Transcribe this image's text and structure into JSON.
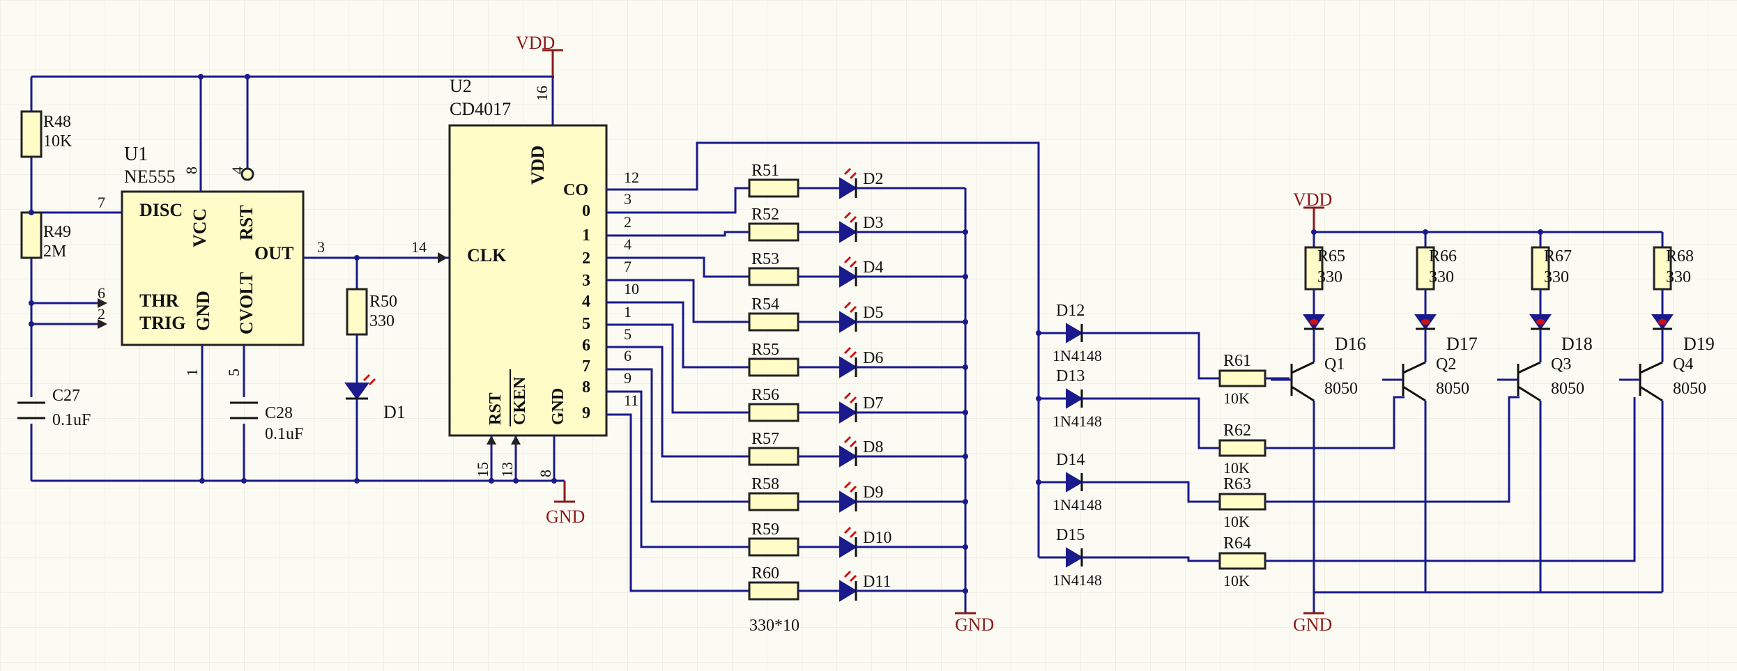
{
  "power": {
    "vdd": "VDD",
    "gnd": "GND"
  },
  "u1": {
    "ref": "U1",
    "part": "NE555",
    "pins": {
      "disc": "DISC",
      "vcc": "VCC",
      "rst": "RST",
      "out": "OUT",
      "thr": "THR",
      "trig": "TRIG",
      "gnd": "GND",
      "cvolt": "CVOLT"
    },
    "nums": {
      "p8": "8",
      "p4": "4",
      "p7": "7",
      "p3": "3",
      "p6": "6",
      "p2": "2",
      "p1": "1",
      "p5": "5"
    }
  },
  "u2": {
    "ref": "U2",
    "part": "CD4017",
    "pins": {
      "vdd": "VDD",
      "co": "CO",
      "q0": "0",
      "q1": "1",
      "q2": "2",
      "q3": "3",
      "q4": "4",
      "q5": "5",
      "q6": "6",
      "q7": "7",
      "q8": "8",
      "q9": "9",
      "clk": "CLK",
      "rst": "RST",
      "cken": "CKEN",
      "gnd": "GND"
    },
    "nums": {
      "p16": "16",
      "p14": "14",
      "p15": "15",
      "p13": "13",
      "p8": "8",
      "p12": "12",
      "p3": "3",
      "p2": "2",
      "p4": "4",
      "p7": "7",
      "p10": "10",
      "p1": "1",
      "p5": "5",
      "p6": "6",
      "p9": "9",
      "p11": "11"
    }
  },
  "passives": {
    "r48": {
      "ref": "R48",
      "val": "10K"
    },
    "r49": {
      "ref": "R49",
      "val": "2M"
    },
    "c27": {
      "ref": "C27",
      "val": "0.1uF"
    },
    "c28": {
      "ref": "C28",
      "val": "0.1uF"
    },
    "r50": {
      "ref": "R50",
      "val": "330"
    },
    "d1": {
      "ref": "D1"
    }
  },
  "ladder": [
    {
      "r": "R51",
      "d": "D2"
    },
    {
      "r": "R52",
      "d": "D3"
    },
    {
      "r": "R53",
      "d": "D4"
    },
    {
      "r": "R54",
      "d": "D5"
    },
    {
      "r": "R55",
      "d": "D6"
    },
    {
      "r": "R56",
      "d": "D7"
    },
    {
      "r": "R57",
      "d": "D8"
    },
    {
      "r": "R58",
      "d": "D9"
    },
    {
      "r": "R59",
      "d": "D10"
    },
    {
      "r": "R60",
      "d": "D11"
    }
  ],
  "ladder_value": "330*10",
  "diodes": [
    {
      "ref": "D12",
      "val": "1N4148"
    },
    {
      "ref": "D13",
      "val": "1N4148"
    },
    {
      "ref": "D14",
      "val": "1N4148"
    },
    {
      "ref": "D15",
      "val": "1N4148"
    }
  ],
  "base_res": [
    {
      "ref": "R61",
      "val": "10K"
    },
    {
      "ref": "R62",
      "val": "10K"
    },
    {
      "ref": "R63",
      "val": "10K"
    },
    {
      "ref": "R64",
      "val": "10K"
    }
  ],
  "drivers": [
    {
      "r": "R65",
      "rv": "330",
      "d": "D16",
      "q": "Q1",
      "qv": "8050"
    },
    {
      "r": "R66",
      "rv": "330",
      "d": "D17",
      "q": "Q2",
      "qv": "8050"
    },
    {
      "r": "R67",
      "rv": "330",
      "d": "D18",
      "q": "Q3",
      "qv": "8050"
    },
    {
      "r": "R68",
      "rv": "330",
      "d": "D19",
      "q": "Q4",
      "qv": "8050"
    }
  ]
}
